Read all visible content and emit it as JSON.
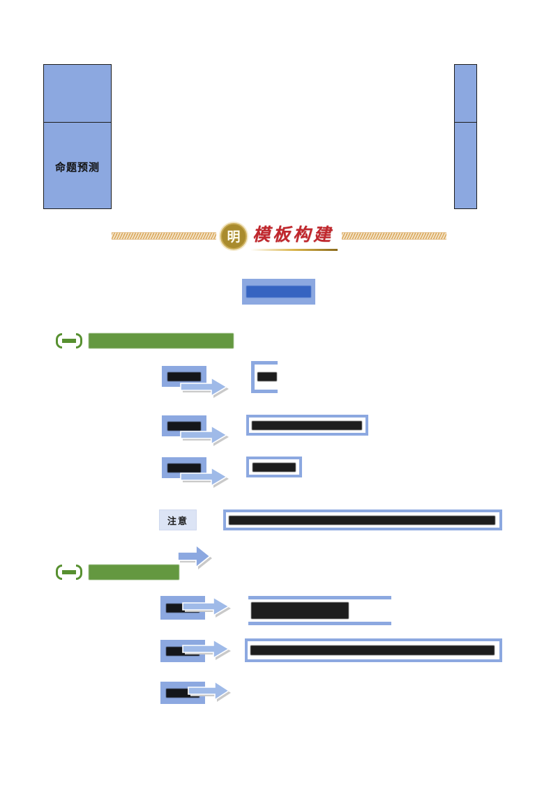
{
  "page": {
    "background": "#ffffff",
    "accent_blue": "#8CA8E0",
    "accent_green": "#579030",
    "accent_red": "#C0272D",
    "accent_gold": "#A98B2E"
  },
  "top_left_box": {
    "upper_cell_text": "",
    "lower_cell_text": "命题预测"
  },
  "top_right_box": {
    "upper_cell_text": "",
    "lower_cell_text": ""
  },
  "banner": {
    "seal_char": "明",
    "title": "模板构建"
  },
  "subtitle_bar": {
    "text": ""
  },
  "sections": [
    {
      "heading": "",
      "rows": [
        {
          "label": "",
          "content": "",
          "shape": "bracket"
        },
        {
          "label": "",
          "content": "",
          "shape": "box"
        },
        {
          "label": "",
          "content": "",
          "shape": "box"
        }
      ],
      "note": {
        "label": "注意",
        "content": ""
      }
    },
    {
      "heading": "",
      "rows": [
        {
          "label": "",
          "content": "",
          "shape": "bars"
        },
        {
          "label": "",
          "content": "",
          "shape": "box"
        },
        {
          "label": "",
          "content": "",
          "shape": "none"
        }
      ]
    }
  ]
}
